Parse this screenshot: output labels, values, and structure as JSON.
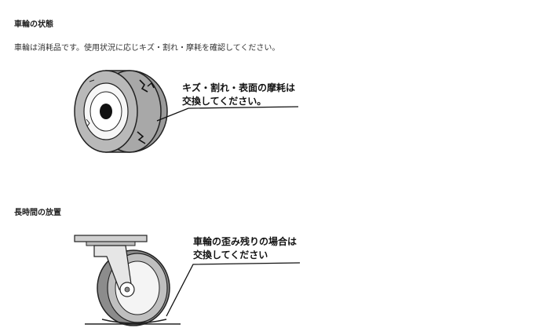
{
  "sections": [
    {
      "title": "車輪の状態",
      "description": "車輪は消耗品です。使用状況に応じキズ・割れ・摩耗を確認してください。",
      "callout": [
        "キズ・割れ・表面の摩耗は",
        "交換してください。"
      ],
      "figure_icon": "worn-wheel-illustration"
    },
    {
      "title": "長時間の放置",
      "callout": [
        "車輪の歪み残りの場合は",
        "交換してください"
      ],
      "figure_icon": "deformed-caster-illustration"
    }
  ]
}
